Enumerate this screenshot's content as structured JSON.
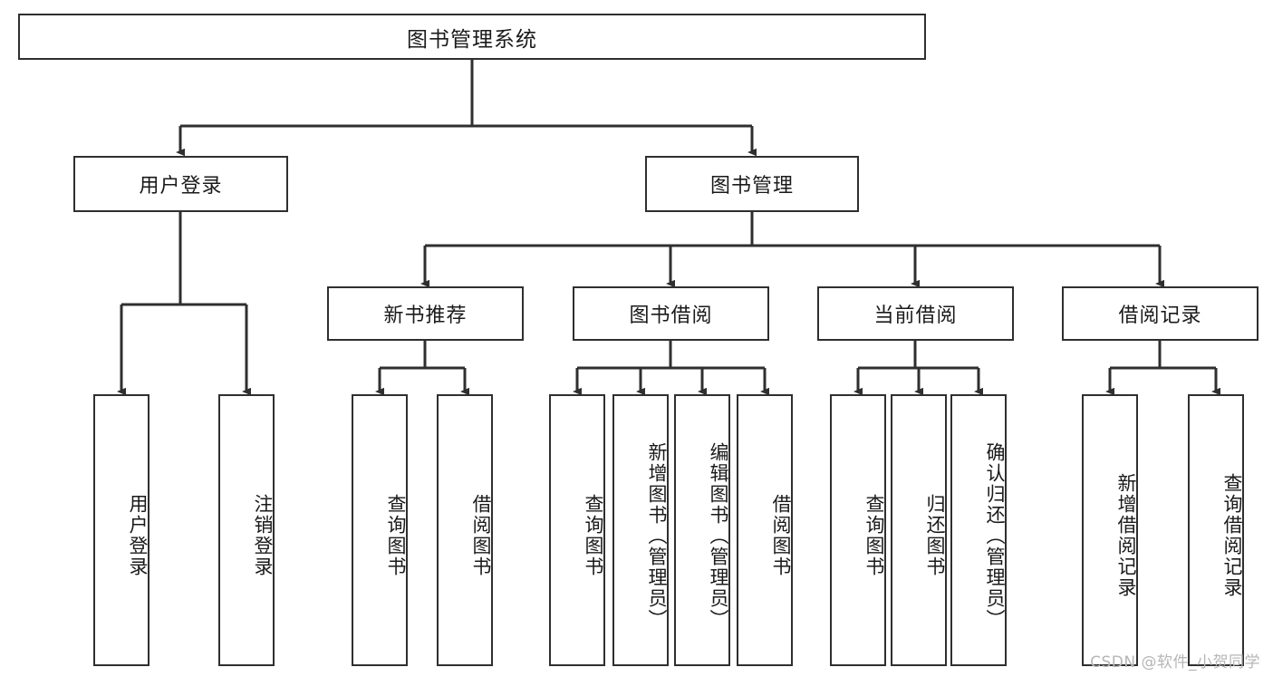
{
  "diagram": {
    "title": "图书管理系统",
    "type": "功能结构图",
    "colors": {
      "box_border": "#2f2f2f",
      "box_fill": "#ffffff",
      "connector": "#2f2f2f",
      "text": "#1a1a1a",
      "watermark": "#b6b6b6",
      "background": "#ffffff"
    },
    "root": {
      "label": "图书管理系统"
    },
    "level2": [
      {
        "id": "user-login",
        "label": "用户登录"
      },
      {
        "id": "book-manage",
        "label": "图书管理"
      }
    ],
    "level3": [
      {
        "id": "new-book-recommend",
        "label": "新书推荐"
      },
      {
        "id": "book-borrow",
        "label": "图书借阅"
      },
      {
        "id": "current-borrow",
        "label": "当前借阅"
      },
      {
        "id": "borrow-record",
        "label": "借阅记录"
      }
    ],
    "leaves": {
      "user_login": [
        {
          "id": "leaf-user-login",
          "label": "用户登录"
        },
        {
          "id": "leaf-logout-login",
          "label": "注销登录"
        }
      ],
      "new_book_recommend": [
        {
          "id": "leaf-query-book-1",
          "label": "查询图书"
        },
        {
          "id": "leaf-borrow-book-1",
          "label": "借阅图书"
        }
      ],
      "book_borrow": [
        {
          "id": "leaf-query-book-2",
          "label": "查询图书"
        },
        {
          "id": "leaf-add-book",
          "label": "新增图书（管理员）"
        },
        {
          "id": "leaf-edit-book",
          "label": "编辑图书（管理员）"
        },
        {
          "id": "leaf-borrow-book-2",
          "label": "借阅图书"
        }
      ],
      "current_borrow": [
        {
          "id": "leaf-query-book-3",
          "label": "查询图书"
        },
        {
          "id": "leaf-return-book",
          "label": "归还图书"
        },
        {
          "id": "leaf-confirm-return",
          "label": "确认归还（管理员）"
        }
      ],
      "borrow_record": [
        {
          "id": "leaf-add-record",
          "label": "新增借阅记录"
        },
        {
          "id": "leaf-query-record",
          "label": "查询借阅记录"
        }
      ]
    }
  },
  "watermark": {
    "text": "CSDN @软件_小贺同学"
  }
}
